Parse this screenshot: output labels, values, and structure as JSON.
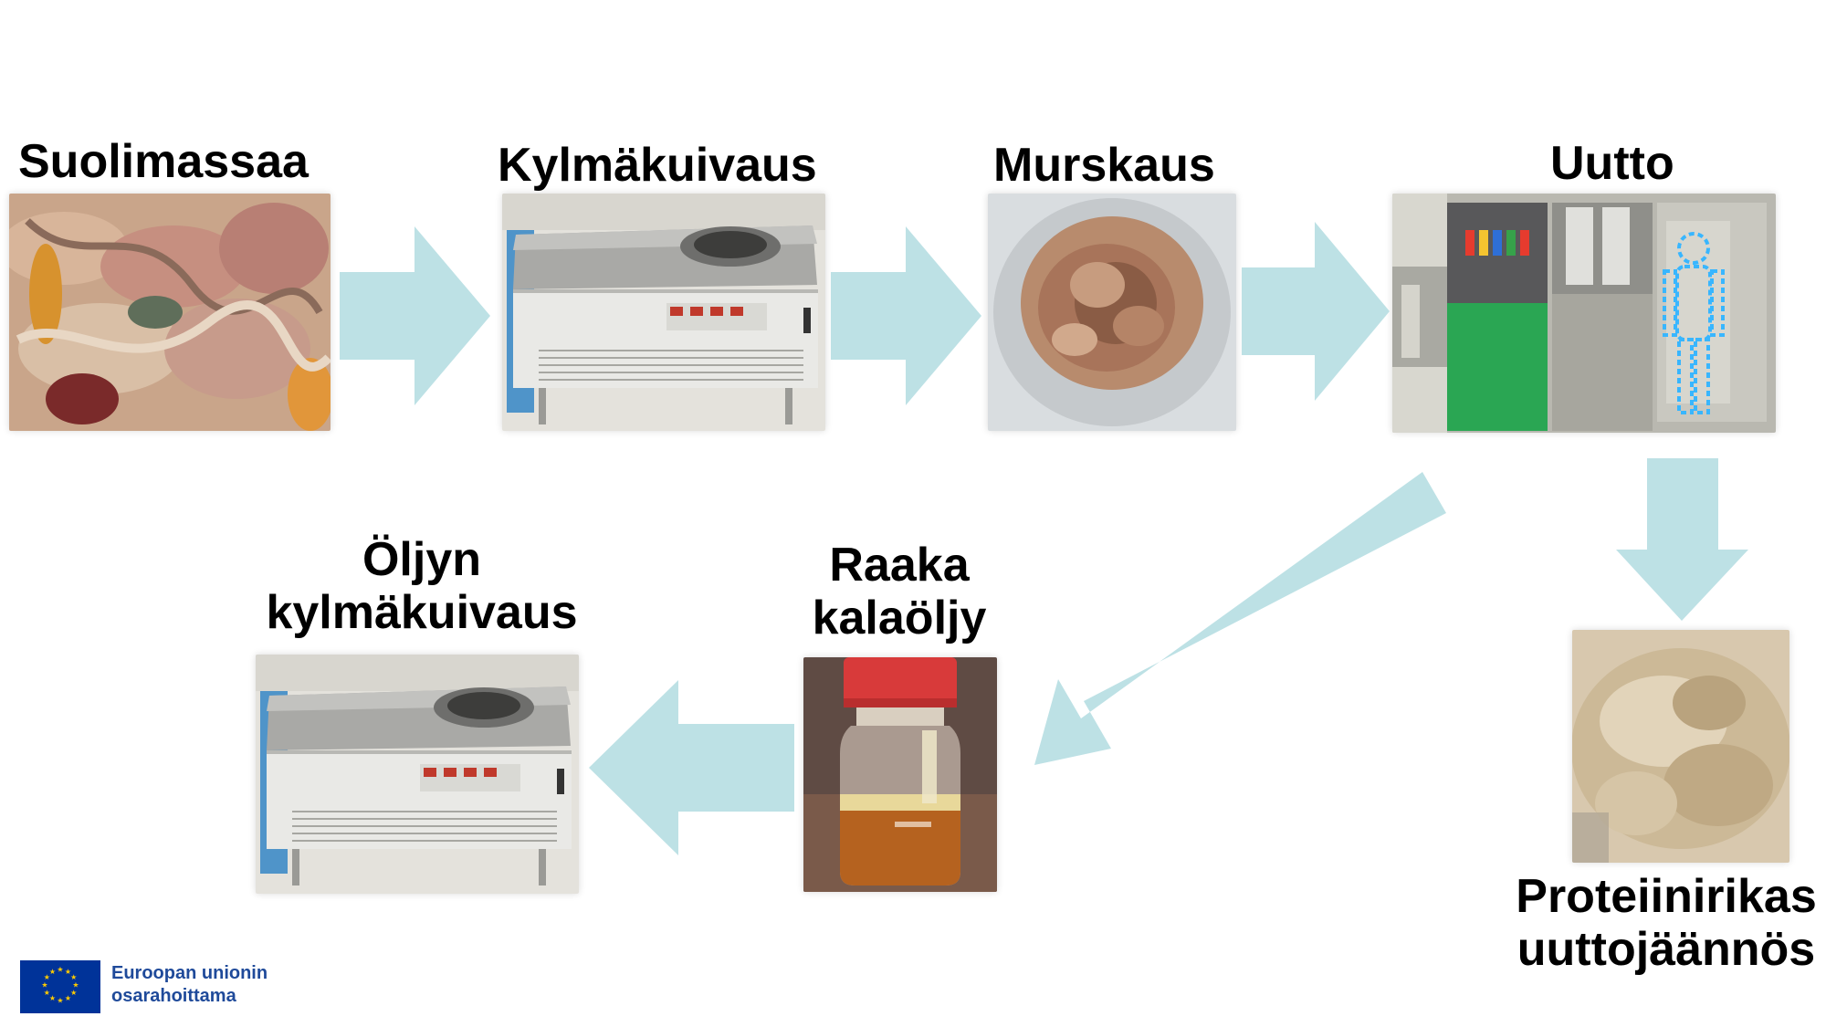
{
  "steps": {
    "intestine": "Suolimassaa",
    "freeze_dry_1": "Kylmäkuivaus",
    "crushing": "Murskaus",
    "extraction": "Uutto",
    "raw_oil_line1": "Raaka",
    "raw_oil_line2": "kalaöljy",
    "oil_dry_line1": "Öljyn",
    "oil_dry_line2": "kylmäkuivaus",
    "residue_line1": "Proteiinirikas",
    "residue_line2": "uuttojäännös"
  },
  "eu": {
    "line1": "Euroopan unionin",
    "line2": "osarahoittama"
  },
  "colors": {
    "arrow": "#bde1e5",
    "eu_blue": "#003399",
    "eu_star": "#ffcc00"
  }
}
